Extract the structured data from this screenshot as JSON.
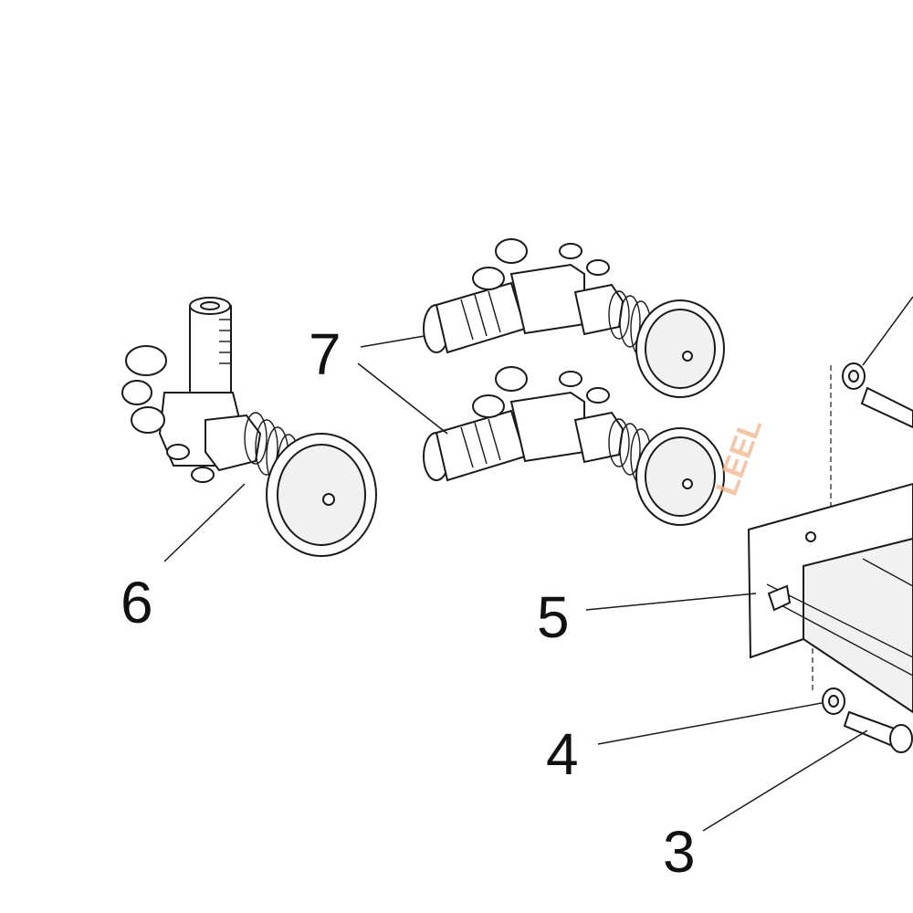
{
  "callouts": {
    "c3": "3",
    "c4": "4",
    "c5": "5",
    "c6": "6",
    "c7": "7"
  },
  "watermark": "LEEL"
}
